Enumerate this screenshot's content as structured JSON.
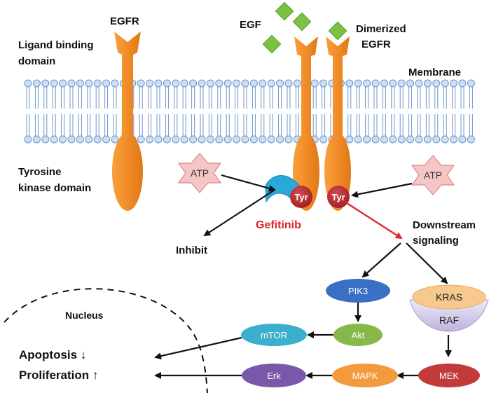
{
  "labels": {
    "egfr": "EGFR",
    "ligand_binding_1": "Ligand binding",
    "ligand_binding_2": "domain",
    "egf": "EGF",
    "dimerized_1": "Dimerized",
    "dimerized_2": "EGFR",
    "membrane": "Membrane",
    "tyrosine_1": "Tyrosine",
    "tyrosine_2": "kinase domain",
    "atp_left": "ATP",
    "atp_right": "ATP",
    "tyr_left": "Tyr",
    "tyr_right": "Tyr",
    "gefitinib": "Gefitinib",
    "inhibit": "Inhibit",
    "downstream_1": "Downstream",
    "downstream_2": "signaling",
    "nucleus": "Nucleus",
    "apoptosis": "Apoptosis ↓",
    "proliferation": "Proliferation ↑"
  },
  "nodes": {
    "pik3": "PIK3",
    "akt": "Akt",
    "mtor": "mTOR",
    "kras": "KRAS",
    "raf": "RAF",
    "mek": "MEK",
    "mapk": "MAPK",
    "erk": "Erk"
  },
  "colors": {
    "receptor": "#f28c28",
    "tyr": "#b8282e",
    "atp_fill": "#f6c6c6",
    "atp_stroke": "#d98a8a",
    "egf": "#7bc142",
    "gefitinib_drug": "#29a9d8",
    "gefitinib_text": "#d9262c",
    "membrane_head": "#ccdff5",
    "membrane_stroke": "#6c95c9",
    "pik3": "#3a6fc4",
    "akt": "#86b84a",
    "mtor": "#3ab0cc",
    "kras": "#f7c98e",
    "raf": "#cfc6e6",
    "mek": "#c23b3b",
    "mapk": "#f39b3c",
    "erk": "#7a57a8",
    "red_arrow": "#e02a2a"
  }
}
